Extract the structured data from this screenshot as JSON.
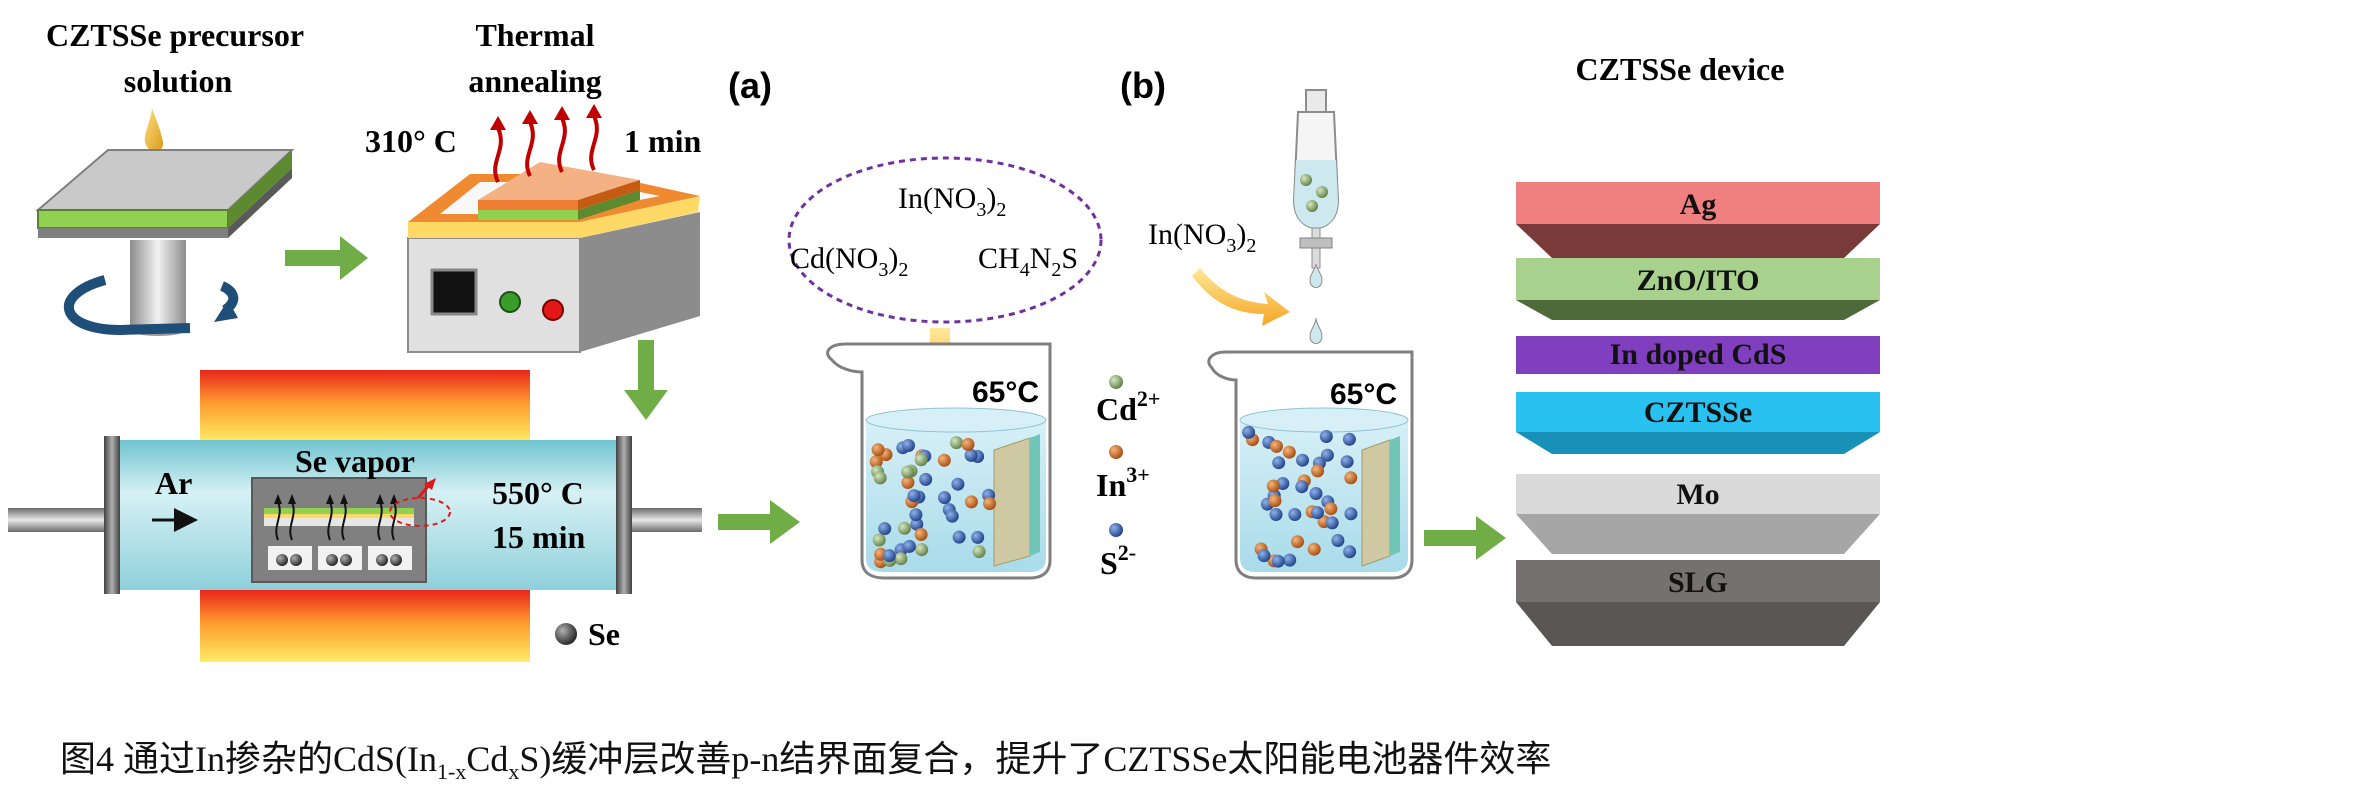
{
  "labels": {
    "precursor_title_line1": "CZTSSe precursor",
    "precursor_title_line2": "solution",
    "annealing_title_line1": "Thermal",
    "annealing_title_line2": "annealing",
    "annealing_temp": "310° C",
    "annealing_time": "1 min",
    "panel_a": "(a)",
    "panel_b": "(b)",
    "device_title": "CZTSSe device",
    "furnace_gas": "Ar",
    "furnace_vapor": "Se vapor",
    "furnace_temp": "550° C",
    "furnace_time": "15 min",
    "se_legend": "Se",
    "bath_temp_a": "65°C",
    "bath_temp_b": "65°C"
  },
  "reagents": {
    "in_nitrate_pre": "In(NO",
    "in_nitrate_sub": "3",
    "in_nitrate_post": ")",
    "in_nitrate_sub2": "2",
    "cd_nitrate_pre": "Cd(NO",
    "cd_nitrate_sub": "3",
    "cd_nitrate_post": ")",
    "cd_nitrate_sub2": "2",
    "thiourea_pre": "CH",
    "thiourea_sub1": "4",
    "thiourea_mid": "N",
    "thiourea_sub2": "2",
    "thiourea_post": "S",
    "dropper_in_pre": "In(NO",
    "dropper_in_sub": "3",
    "dropper_in_post": ")",
    "dropper_in_sub2": "2"
  },
  "ions": [
    {
      "base": "Cd",
      "charge": "2+",
      "color": "#8aa66c"
    },
    {
      "base": "In",
      "charge": "3+",
      "color": "#c8651e"
    },
    {
      "base": "S",
      "charge": "2-",
      "color": "#2f5fb5"
    }
  ],
  "device_layers": [
    {
      "label": "Ag",
      "color": "#f08080",
      "side": "#7a3a3a"
    },
    {
      "label": "ZnO/ITO",
      "color": "#a9d18e",
      "side": "#4f6a3a"
    },
    {
      "label": "In doped CdS",
      "color": "#7f3fbf",
      "side": "#4a2470"
    },
    {
      "label": "CZTSSe",
      "color": "#29c2f0",
      "side": "#1890b8"
    },
    {
      "label": "Mo",
      "color": "#d9d9d9",
      "side": "#a6a6a6"
    },
    {
      "label": "SLG",
      "color": "#767171",
      "side": "#595656"
    }
  ],
  "caption": {
    "prefix": "图4 通过In掺杂的CdS(In",
    "sub1": "1-x",
    "mid": "Cd",
    "sub2": "x",
    "suffix": "S)缓冲层改善p-n结界面复合，提升了CZTSSe太阳能电池器件效率"
  },
  "colors": {
    "arrow_green": "#70ad47",
    "heater_hot": "#e8261a",
    "heater_warm": "#ffe14d",
    "tube": "#a9dde6",
    "dashed_ellipse": "#7030a0",
    "orange_plate": "#f08a30",
    "green_layer": "#92d050",
    "bath_liquid": "#bfe6f2"
  }
}
